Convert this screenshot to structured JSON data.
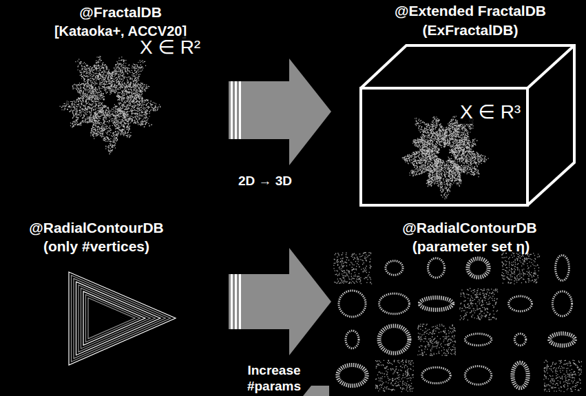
{
  "diagram": {
    "labels": [
      "@FractalDB",
      "[Kataoka+, ACCV20]",
      "X ∈ R²",
      "@Extended FractalDB",
      "(ExFractalDB)",
      "X ∈ R³",
      "2D → 3D",
      "@RadialContourDB",
      "(only #vertices)",
      "Increase #params",
      "@RadialContourDB",
      "(parameter set η)"
    ]
  }
}
